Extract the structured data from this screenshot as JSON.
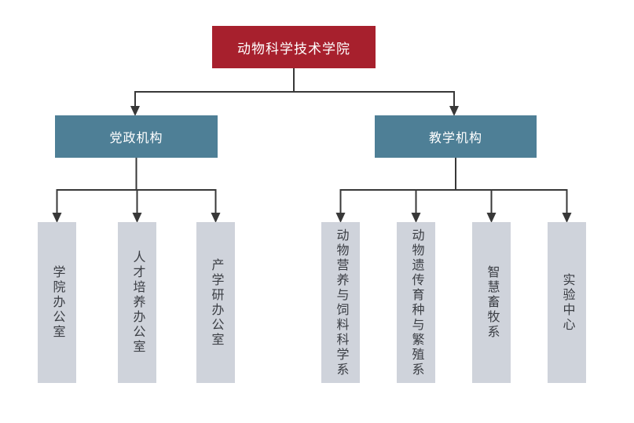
{
  "colors": {
    "root_bg": "#a7202d",
    "root_text": "#ffffff",
    "branch_bg": "#4e7f96",
    "branch_text": "#ffffff",
    "leaf_bg": "#cfd3db",
    "leaf_text": "#3b3e44",
    "connector_line": "#383838"
  },
  "org_chart": {
    "type": "organization-chart",
    "root": {
      "label": "动物科学技术学院"
    },
    "branches": [
      {
        "label": "党政机构",
        "children": [
          {
            "label": "学院办公室"
          },
          {
            "label": "人才培养办公室"
          },
          {
            "label": "产学研办公室"
          }
        ]
      },
      {
        "label": "教学机构",
        "children": [
          {
            "label": "动物营养与饲料科学系"
          },
          {
            "label": "动物遗传育种与繁殖系"
          },
          {
            "label": "智慧畜牧系"
          },
          {
            "label": "实验中心"
          }
        ]
      }
    ]
  }
}
